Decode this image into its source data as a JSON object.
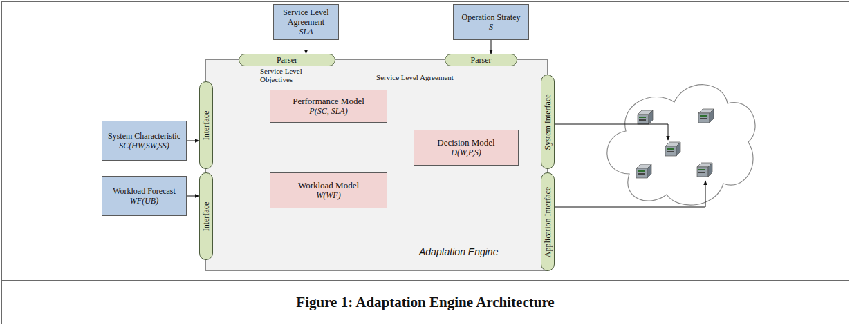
{
  "diagram": {
    "caption": "Figure 1: Adaptation Engine Architecture",
    "nodes": [
      {
        "text": [
          "Service Level Agreement",
          "SLA"
        ]
      },
      {
        "text": [
          "Operation Stratey",
          "S"
        ]
      },
      {
        "text": [
          "Adaptation Engine"
        ]
      },
      {
        "text": [
          "Parser"
        ],
        "in": 2
      },
      {
        "text": [
          "Parser"
        ],
        "in": 2
      },
      {
        "text": [
          "System Characteristic",
          "SC(HW,SW,SS)"
        ]
      },
      {
        "text": [
          "Interface"
        ],
        "in": 2
      },
      {
        "text": [
          "Performance Model",
          "P(SC, SLA)"
        ],
        "in": 2
      },
      {
        "text": [
          "Decision Model",
          "D(W,P,S)"
        ],
        "in": 2
      },
      {
        "text": [
          "System Interface"
        ],
        "in": 2
      },
      {
        "text": [
          "Workload Forecast",
          "WF(UB)"
        ]
      },
      {
        "text": [
          "Interface"
        ],
        "in": 2
      },
      {
        "text": [
          "Workload Model",
          "W(WF)"
        ],
        "in": 2
      },
      {
        "text": [
          "Application Interface"
        ],
        "in": 2
      }
    ],
    "edges": [
      {
        "from": 0,
        "to": 3,
        "arrow": "to"
      },
      {
        "from": 1,
        "to": 4,
        "arrow": "to"
      },
      {
        "from": 3,
        "to": 7,
        "label": "Service Level Objectives",
        "arrow": "to"
      },
      {
        "from": 3,
        "to": 8,
        "label": "Service Level Agreement",
        "arrow": "to"
      },
      {
        "from": 4,
        "to": 8,
        "arrow": "to"
      },
      {
        "from": 5,
        "to": 6,
        "arrow": "to"
      },
      {
        "from": 6,
        "to": 7,
        "arrow": "to"
      },
      {
        "from": 10,
        "to": 11,
        "arrow": "to"
      },
      {
        "from": 11,
        "to": 12,
        "arrow": "to"
      },
      {
        "from": 7,
        "to": 8,
        "arrow": "to"
      },
      {
        "from": 12,
        "to": 8,
        "arrow": "to"
      },
      {
        "from": 8,
        "to": 9,
        "arrow": "to"
      },
      {
        "from": 8,
        "to": 13,
        "arrow": "to"
      }
    ]
  }
}
